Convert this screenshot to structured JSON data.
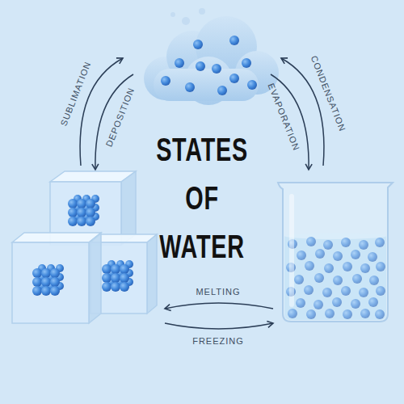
{
  "diagram": {
    "title": "STATES OF WATER",
    "labels": [
      "SUBLIMATION",
      "DEPOSITION",
      "CONDENSATION",
      "EVAPORATION",
      "MELTING",
      "FREEZING"
    ]
  }
}
